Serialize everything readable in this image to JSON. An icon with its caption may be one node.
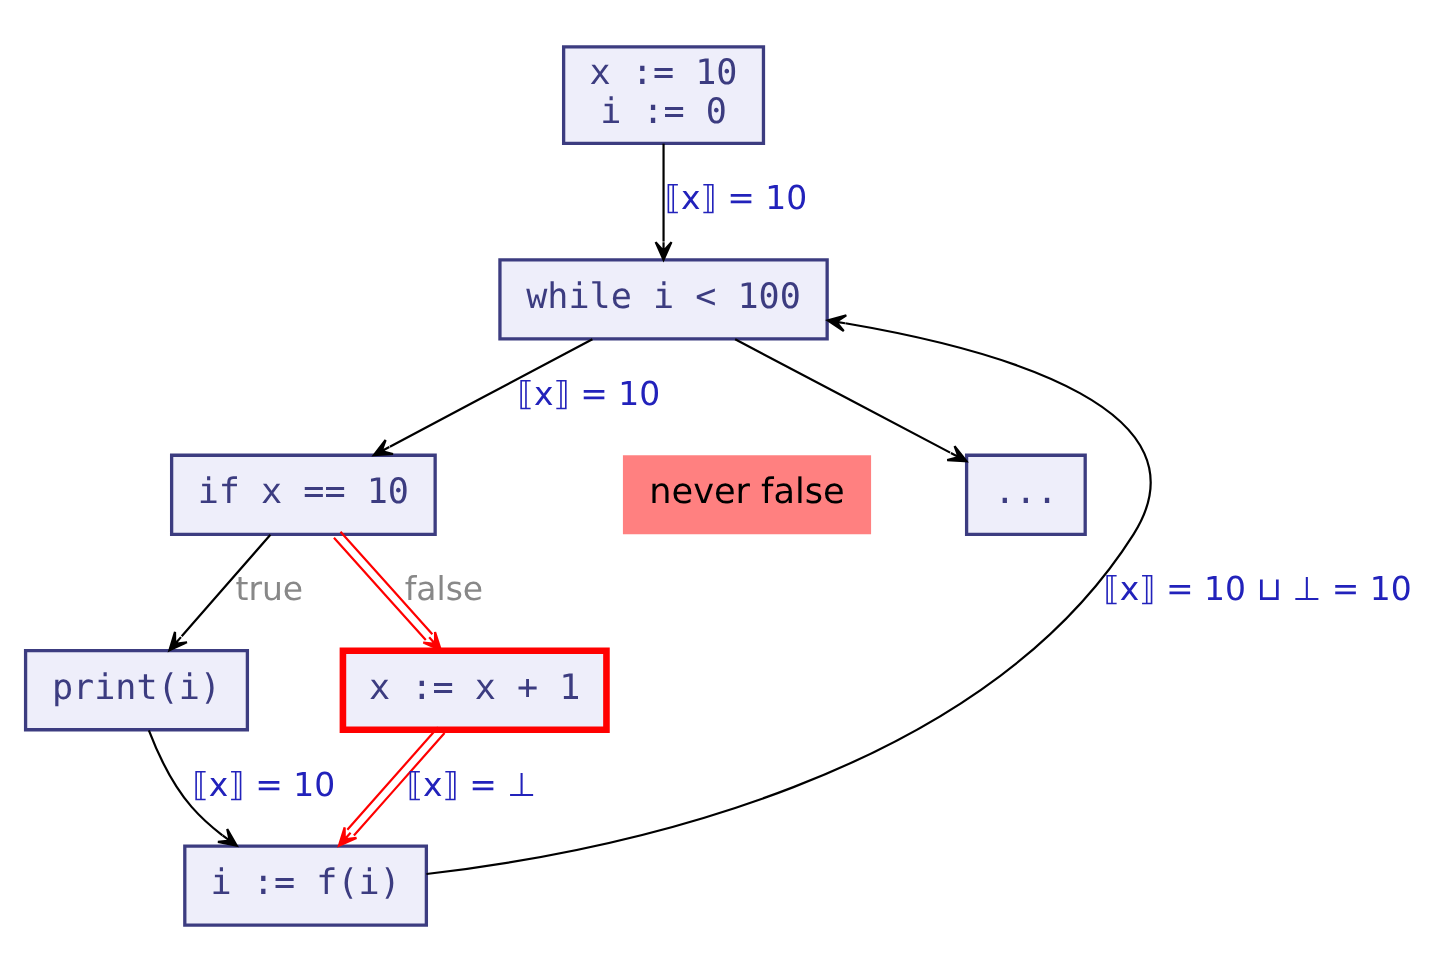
{
  "diagram": {
    "nodes": [
      {
        "text": [
          "x := 10",
          "i := 0"
        ]
      },
      {
        "text": [
          "while i < 100"
        ]
      },
      {
        "text": [
          "if x == 10"
        ]
      },
      {
        "text": [
          "print(i)"
        ]
      },
      {
        "text": [
          "x := x + 1"
        ]
      },
      {
        "text": [
          "i := f(i)"
        ]
      },
      {
        "text": [
          "..."
        ]
      }
    ],
    "edges": [
      {
        "from": 0,
        "to": 1,
        "arrow": "to",
        "label": "⟦x⟧ = 10"
      },
      {
        "from": 1,
        "to": 2,
        "arrow": "to",
        "label": "⟦x⟧ = 10"
      },
      {
        "from": 2,
        "to": 3,
        "arrow": "to",
        "label": "true"
      },
      {
        "from": 2,
        "to": 4,
        "arrow": "to",
        "label": "false",
        "color": "#ff0000"
      },
      {
        "from": 3,
        "to": 5,
        "arrow": "to",
        "label": "⟦x⟧ = 10"
      },
      {
        "from": 4,
        "to": 5,
        "arrow": "to",
        "label": "⟦x⟧ = ⊥",
        "color": "#ff0000"
      },
      {
        "from": 5,
        "to": 1,
        "arrow": "to",
        "label": "⟦x⟧ = 10 ⊔ ⊥ = 10"
      },
      {
        "from": 1,
        "to": 6,
        "arrow": "to"
      }
    ],
    "labels": [
      "never false"
    ]
  }
}
